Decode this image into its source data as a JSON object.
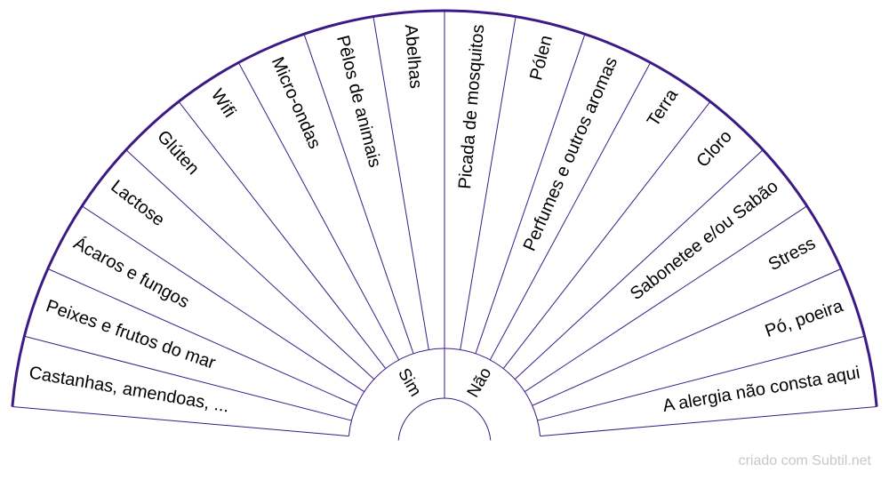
{
  "pendulum": {
    "segments": [
      "Castanhas, amendoas, ...",
      "Peixes e frutos do mar",
      "Ácaros e fungos",
      "Lactose",
      "Glúten",
      "Wifi",
      "Micro-ondas",
      "Pêlos de animais",
      "Abelhas",
      "Picada de mosquitos",
      "Pólen",
      "Perfumes e outros aromas",
      "Terra",
      "Cloro",
      "Sabonetee e/ou Sabão",
      "Stress",
      "Pó, poeira",
      "A alergia não consta aqui"
    ],
    "center": {
      "yes_label": "Sim",
      "no_label": "Não"
    }
  },
  "footer": {
    "credit": "criado com Subtil.net"
  },
  "colors": {
    "outer_arc": "#3b1a86",
    "lines": "#3b1a86"
  }
}
